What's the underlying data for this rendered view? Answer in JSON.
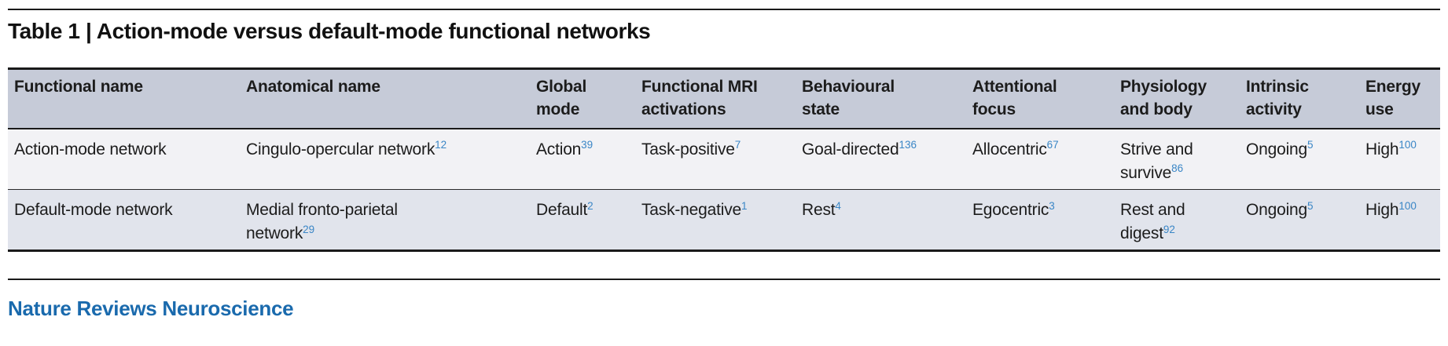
{
  "table": {
    "title": "Table 1 | Action-mode versus default-mode functional networks",
    "headers": [
      {
        "lines": [
          "Functional name"
        ]
      },
      {
        "lines": [
          "Anatomical name"
        ]
      },
      {
        "lines": [
          "Global",
          "mode"
        ]
      },
      {
        "lines": [
          "Functional MRI",
          "activations"
        ]
      },
      {
        "lines": [
          "Behavioural",
          "state"
        ]
      },
      {
        "lines": [
          "Attentional",
          "focus"
        ]
      },
      {
        "lines": [
          "Physiology",
          "and body"
        ]
      },
      {
        "lines": [
          "Intrinsic",
          "activity"
        ]
      },
      {
        "lines": [
          "Energy",
          "use"
        ]
      }
    ],
    "rows": [
      {
        "cells": [
          {
            "parts": [
              {
                "t": "Action-mode network"
              }
            ]
          },
          {
            "parts": [
              {
                "t": "Cingulo-opercular network"
              },
              {
                "sup": "12"
              }
            ]
          },
          {
            "parts": [
              {
                "t": "Action"
              },
              {
                "sup": "39"
              }
            ]
          },
          {
            "parts": [
              {
                "t": "Task-positive"
              },
              {
                "sup": "7"
              }
            ]
          },
          {
            "parts": [
              {
                "t": "Goal-directed"
              },
              {
                "sup": "136"
              }
            ]
          },
          {
            "parts": [
              {
                "t": "Allocentric"
              },
              {
                "sup": "67"
              }
            ]
          },
          {
            "parts": [
              {
                "t": "Strive and"
              },
              {
                "br": true
              },
              {
                "t": "survive"
              },
              {
                "sup": "86"
              }
            ]
          },
          {
            "parts": [
              {
                "t": "Ongoing"
              },
              {
                "sup": "5"
              }
            ]
          },
          {
            "parts": [
              {
                "t": "High"
              },
              {
                "sup": "100"
              }
            ]
          }
        ]
      },
      {
        "cells": [
          {
            "parts": [
              {
                "t": "Default-mode network"
              }
            ]
          },
          {
            "parts": [
              {
                "t": "Medial fronto-parietal"
              },
              {
                "br": true
              },
              {
                "t": "network"
              },
              {
                "sup": "29"
              }
            ]
          },
          {
            "parts": [
              {
                "t": "Default"
              },
              {
                "sup": "2"
              }
            ]
          },
          {
            "parts": [
              {
                "t": "Task-negative"
              },
              {
                "sup": "1"
              }
            ]
          },
          {
            "parts": [
              {
                "t": "Rest"
              },
              {
                "sup": "4"
              }
            ]
          },
          {
            "parts": [
              {
                "t": "Egocentric"
              },
              {
                "sup": "3"
              }
            ]
          },
          {
            "parts": [
              {
                "t": "Rest and"
              },
              {
                "br": true
              },
              {
                "t": "digest"
              },
              {
                "sup": "92"
              }
            ]
          },
          {
            "parts": [
              {
                "t": "Ongoing"
              },
              {
                "sup": "5"
              }
            ]
          },
          {
            "parts": [
              {
                "t": "High"
              },
              {
                "sup": "100"
              }
            ]
          }
        ]
      }
    ]
  },
  "journal": {
    "name": "Nature Reviews Neuroscience"
  },
  "colors": {
    "header_bg": "#c6cbd8",
    "row_odd_bg": "#f2f2f5",
    "row_even_bg": "#e1e4ec",
    "rule": "#1a1a1a",
    "text": "#1c1c1c",
    "citation_blue": "#3a86c6",
    "journal_blue": "#1a6aad"
  }
}
